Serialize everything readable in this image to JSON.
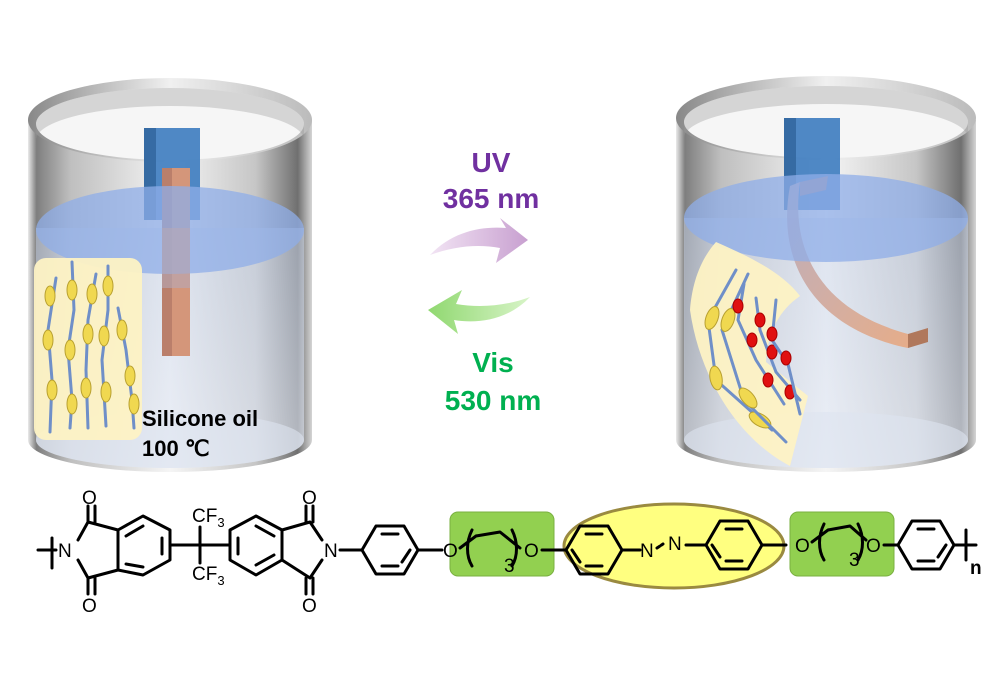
{
  "left_beaker": {
    "label_line1": "Silicone oil",
    "label_line2": "100 ℃",
    "state": "straight film (trans azobenzene, aligned mesogens)"
  },
  "right_beaker": {
    "state": "bent film (cis azobenzene, disordered mesogens)"
  },
  "forward_arrow": {
    "line1": "UV",
    "line2": "365 nm",
    "color": "#7030a0",
    "arrow_color": "#d9b3e0"
  },
  "reverse_arrow": {
    "line1": "Vis",
    "line2": "530 nm",
    "color": "#00b050",
    "arrow_color": "#a8e08a"
  },
  "structure": {
    "imide_o": "O",
    "n_label": "N",
    "cf3_top": "CF",
    "cf3_sub": "3",
    "o_label": "O",
    "spacer_repeat": "3",
    "azo_n": "N",
    "repeat_n": "n",
    "spacer_color": "#92d050",
    "azo_color": "#ffff66"
  }
}
